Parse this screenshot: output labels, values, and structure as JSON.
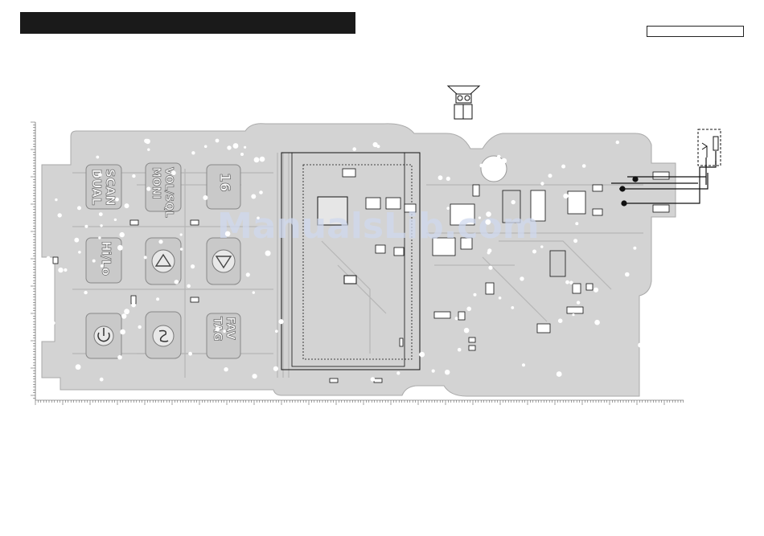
{
  "watermark": "ManualsLib.com",
  "keys": {
    "scan_dual": [
      "SCAN",
      "DUAL"
    ],
    "vol_sql_moni": [
      "VOL/SQL",
      "MONI"
    ],
    "sixteen": "16",
    "hi_lo": "Hi/Lo",
    "fav_tag": [
      "FAV",
      "TAG"
    ]
  },
  "colors": {
    "board": "#d3d3d3",
    "pads": "#ffffff",
    "traces": "#b8b8b8",
    "ink": "#111111",
    "watermark": "#cfd8ee"
  },
  "icons": [
    "speaker-icon",
    "antenna-jack-icon",
    "power-icon",
    "up-arrow-icon",
    "down-arrow-icon",
    "scroll-icon"
  ]
}
